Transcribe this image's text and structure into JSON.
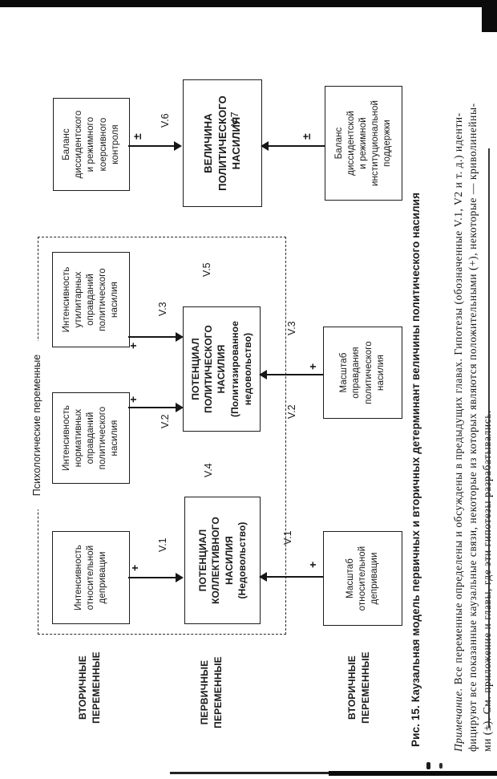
{
  "figure": {
    "caption": "Рис. 15. Каузальная модель первичных и вторичных детерминант величины политического насилия",
    "note_label": "Примечание.",
    "note_line1": " Все переменные определены и обсуждены в предыдущих главах. Гипотезы (обозначенные V.1, V2 и т. д.) иденти-",
    "note_line2": "фицируют все показанные каузальные связи, некоторые из которых являются положительными (+), некоторые — криволинейны-",
    "note_line3": "ми (±). См. приложение и главы, где эти гипотезы разрабатывались."
  },
  "group_label": "Психологические переменные",
  "row_labels": {
    "top": "ВТОРИЧНЫЕ\nПЕРЕМЕННЫЕ",
    "middle": "ПЕРВИЧНЫЕ\nПЕРЕМЕННЫЕ",
    "bottom": "ВТОРИЧНЫЕ\nПЕРЕМЕННЫЕ"
  },
  "nodes": {
    "intensity_deprivation": "Интенсивность\nотносительной\nдепривации",
    "intensity_normative": "Интенсивность\nнормативных\nоправданий\nполитического\nнасилия",
    "intensity_utilitarian": "Интенсивность\nутилитарных\nоправданий\nполитического\nнасилия",
    "balance_coercive": "Баланс\nдиссидентского\nи режимного\nкоерсивного\nконтроля",
    "potential_collective": "ПОТЕНЦИАЛ\nКОЛЛЕКТИВНОГО\nНАСИЛИЯ\n(Недовольство)",
    "potential_political": "ПОТЕНЦИАЛ\nПОЛИТИЧЕСКОГО\nНАСИЛИЯ\n(Политизированное\nнедовольство)",
    "magnitude": "ВЕЛИЧИНА\nПОЛИТИЧЕСКОГО\nНАСИЛИЯ",
    "scope_deprivation": "Масштаб\nотносительной\nдепривации",
    "scope_justification": "Масштаб\nоправдания\nполитического\nнасилия",
    "balance_institutional": "Баланс\nдиссидентской\nи режимной\nинституциональной\nподдержки"
  },
  "edge_labels": {
    "v1a": "V.1",
    "v2a": "V.2",
    "v3a": "V.3",
    "v1b": "V.1",
    "v2b": "V.2",
    "v3b": "V.3",
    "v4": "V.4",
    "v5": "V.5",
    "v6": "V.6",
    "v7": "V.7"
  },
  "edge_signs": {
    "a1": "+",
    "a2": "+",
    "a3": "+",
    "a4": "+",
    "a5": "+",
    "a6": "±",
    "a7": "±"
  },
  "colors": {
    "ink": "#1a1a1a",
    "paper": "#ffffff"
  }
}
